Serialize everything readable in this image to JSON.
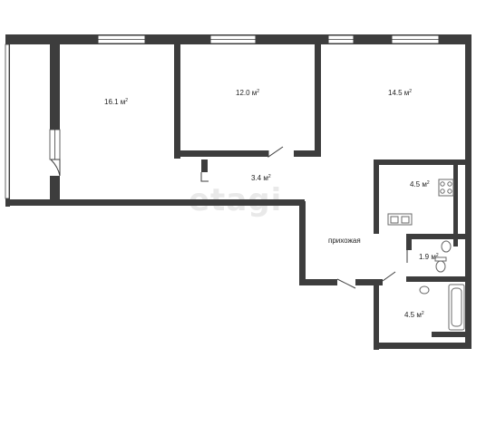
{
  "rooms": {
    "room1": {
      "area": "16.1 м",
      "exp": "2"
    },
    "room2": {
      "area": "12.0 м",
      "exp": "2"
    },
    "room3": {
      "area": "14.5 м",
      "exp": "2"
    },
    "corridor_small": {
      "area": "3.4 м",
      "exp": "2"
    },
    "kitchen": {
      "area": "4.5 м",
      "exp": "2"
    },
    "toilet": {
      "area": "1.9 м",
      "exp": "2"
    },
    "bathroom": {
      "area": "4.5 м",
      "exp": "2"
    },
    "hallway": {
      "label": "прихожая"
    }
  },
  "watermark": "etagi",
  "colors": {
    "wall": "#3d3d3d",
    "window": "#ffffff",
    "fixture": "#6a6a6a",
    "background": "#ffffff"
  }
}
